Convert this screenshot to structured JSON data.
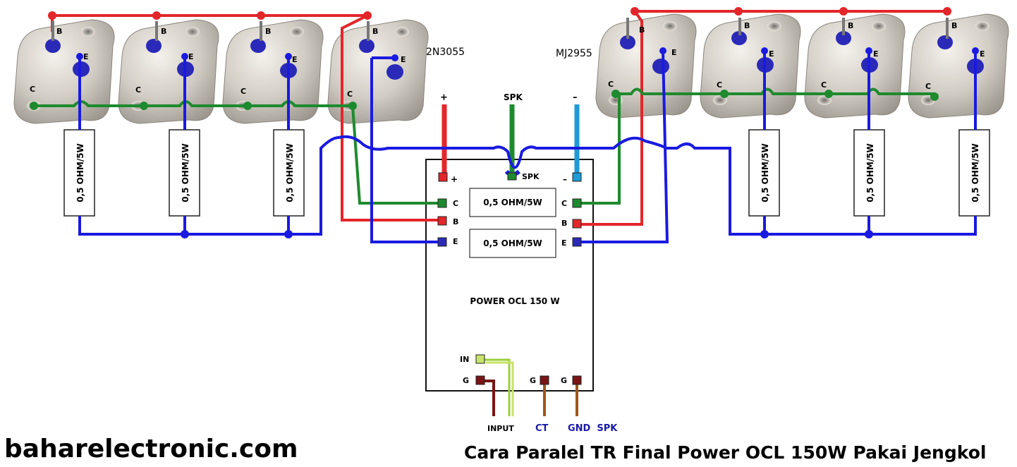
{
  "transistor_labels": {
    "npn": "2N3055",
    "pnp": "MJ2955"
  },
  "pin_labels": {
    "base": "B",
    "emitter": "E",
    "collector": "C"
  },
  "resistor_label": "0,5 OHM/5W",
  "supply_labels": {
    "plus": "+",
    "minus": "–",
    "speaker": "SPK"
  },
  "board": {
    "title": "POWER OCL 150 W",
    "pins": {
      "plus": "+",
      "minus": "–",
      "spk": "SPK",
      "c": "C",
      "b": "B",
      "e": "E",
      "in": "IN",
      "g": "G"
    },
    "resistor_top": "0,5 OHM/5W",
    "resistor_bottom": "0,5 OHM/5W"
  },
  "bottom_labels": {
    "input": "INPUT",
    "ct": "CT",
    "gnd_spk": "GND  SPK"
  },
  "watermark": "baharelectronic.com",
  "caption": "Cara Paralel TR Final Power OCL 150W Pakai Jengkol",
  "colors": {
    "red": "#e3262a",
    "green": "#1e8a2e",
    "blue": "#1a1ae0",
    "cyan": "#1e9ad6",
    "dark_red": "#7a1414",
    "brown": "#a0561a",
    "lime": "#c8e36a",
    "metal": "#cfcac0"
  }
}
